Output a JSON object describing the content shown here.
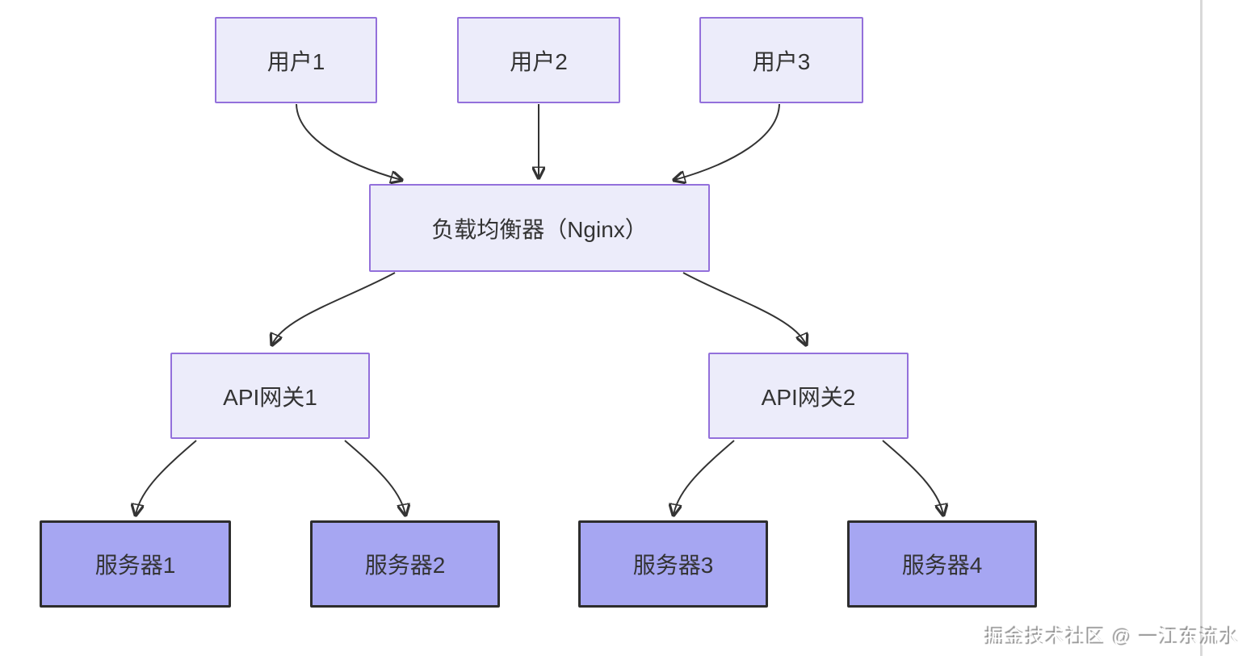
{
  "diagram": {
    "type": "flowchart",
    "nodes": {
      "user1": {
        "label": "用户1",
        "style": "light"
      },
      "user2": {
        "label": "用户2",
        "style": "light"
      },
      "user3": {
        "label": "用户3",
        "style": "light"
      },
      "lb": {
        "label": "负载均衡器（Nginx）",
        "style": "light"
      },
      "gw1": {
        "label": "API网关1",
        "style": "light"
      },
      "gw2": {
        "label": "API网关2",
        "style": "light"
      },
      "s1": {
        "label": "服务器1",
        "style": "dark"
      },
      "s2": {
        "label": "服务器2",
        "style": "dark"
      },
      "s3": {
        "label": "服务器3",
        "style": "dark"
      },
      "s4": {
        "label": "服务器4",
        "style": "dark"
      }
    },
    "edges": [
      {
        "from": "user1",
        "to": "lb"
      },
      {
        "from": "user2",
        "to": "lb"
      },
      {
        "from": "user3",
        "to": "lb"
      },
      {
        "from": "lb",
        "to": "gw1"
      },
      {
        "from": "lb",
        "to": "gw2"
      },
      {
        "from": "gw1",
        "to": "s1"
      },
      {
        "from": "gw1",
        "to": "s2"
      },
      {
        "from": "gw2",
        "to": "s3"
      },
      {
        "from": "gw2",
        "to": "s4"
      }
    ],
    "colors": {
      "light_node_fill": "#ececfa",
      "light_node_border": "#9370db",
      "dark_node_fill": "#a6a6f2",
      "dark_node_border": "#2d2d2d",
      "edge": "#333333",
      "text": "#333333",
      "background": "#ffffff",
      "divider": "#d9d9d9"
    }
  },
  "watermark": {
    "text": "掘金技术社区 @ 一江东流水"
  }
}
